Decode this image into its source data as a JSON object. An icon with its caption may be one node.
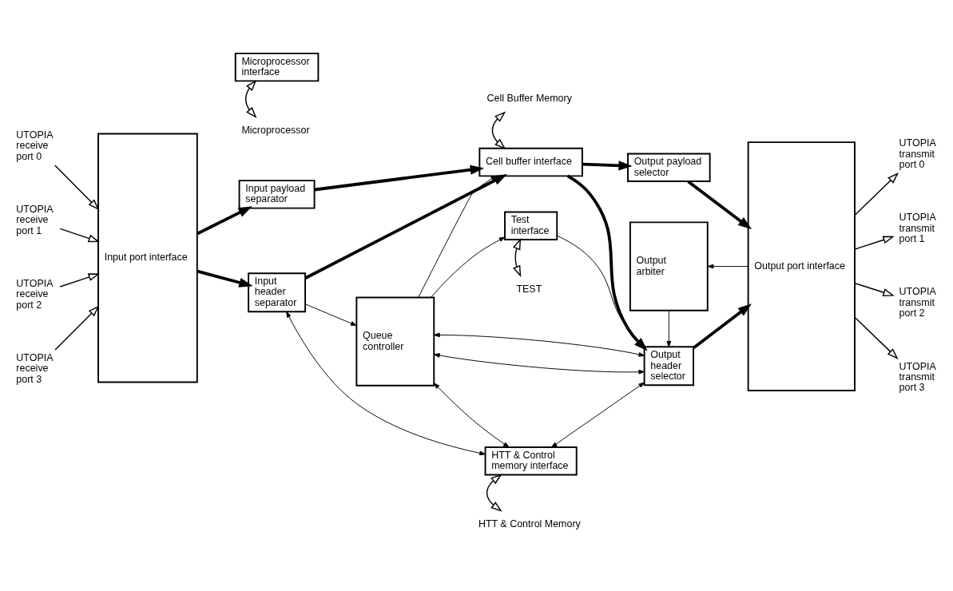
{
  "diagram": {
    "nodes": [
      {
        "text": [
          "UTOPIA receive port 0"
        ]
      },
      {
        "text": [
          "UTOPIA receive port 1"
        ]
      },
      {
        "text": [
          "UTOPIA receive port 2"
        ]
      },
      {
        "text": [
          "UTOPIA receive port 3"
        ]
      },
      {
        "text": [
          "Input port interface"
        ]
      },
      {
        "text": [
          "Input payload separator"
        ]
      },
      {
        "text": [
          "Input header separator"
        ]
      },
      {
        "text": [
          "Cell Buffer Memory"
        ]
      },
      {
        "text": [
          "Cell buffer interface"
        ]
      },
      {
        "text": [
          "Queue controller"
        ]
      },
      {
        "text": [
          "Output payload selector"
        ]
      },
      {
        "text": [
          "Output header selector"
        ]
      },
      {
        "text": [
          "Microprocessor interface"
        ]
      },
      {
        "text": [
          "HTT & Control memory interface"
        ]
      },
      {
        "text": [
          "Test interface"
        ]
      },
      {
        "text": [
          "Output arbiter"
        ]
      },
      {
        "text": [
          "Output port interface"
        ]
      },
      {
        "text": [
          "UTOPIA transmit port 0"
        ]
      },
      {
        "text": [
          "UTOPIA transmit port 1"
        ]
      },
      {
        "text": [
          "UTOPIA transmit port 2"
        ]
      },
      {
        "text": [
          "UTOPIA transmit port 3"
        ]
      },
      {
        "text": [
          "Microprocessor"
        ]
      },
      {
        "text": [
          "HTT & Control Memory"
        ]
      },
      {
        "text": [
          "TEST"
        ]
      }
    ],
    "edges": [
      {
        "from": 0,
        "to": 4,
        "arrow": "to"
      },
      {
        "from": 1,
        "to": 4,
        "arrow": "to"
      },
      {
        "from": 2,
        "to": 4,
        "arrow": "to"
      },
      {
        "from": 3,
        "to": 4,
        "arrow": "to"
      },
      {
        "from": 4,
        "to": 5,
        "arrow": "to",
        "style": "thick"
      },
      {
        "from": 4,
        "to": 6,
        "arrow": "to",
        "style": "thick"
      },
      {
        "from": 5,
        "to": 8,
        "arrow": "to",
        "style": "thick"
      },
      {
        "from": 6,
        "to": 8,
        "arrow": "to",
        "style": "thick"
      },
      {
        "from": 7,
        "to": 8,
        "arrow": "both"
      },
      {
        "from": 6,
        "to": 9,
        "arrow": "to"
      },
      {
        "from": 9,
        "to": 8,
        "arrow": "to"
      },
      {
        "from": 8,
        "to": 10,
        "arrow": "to",
        "style": "thick"
      },
      {
        "from": 8,
        "to": 11,
        "arrow": "to",
        "style": "thick"
      },
      {
        "from": 10,
        "to": 16,
        "arrow": "to",
        "style": "thick"
      },
      {
        "from": 11,
        "to": 16,
        "arrow": "to",
        "style": "thick"
      },
      {
        "from": 9,
        "to": 11,
        "arrow": "both"
      },
      {
        "from": 9,
        "to": 11,
        "arrow": "both"
      },
      {
        "from": 9,
        "to": 14,
        "arrow": "to"
      },
      {
        "from": 14,
        "to": 11,
        "arrow": "to"
      },
      {
        "from": 13,
        "to": 11,
        "arrow": "both"
      },
      {
        "from": 15,
        "to": 11,
        "arrow": "to"
      },
      {
        "from": 6,
        "to": 13,
        "arrow": "both"
      },
      {
        "from": 9,
        "to": 13,
        "arrow": "both"
      },
      {
        "from": 16,
        "to": 15,
        "arrow": "to"
      },
      {
        "from": 16,
        "to": 17,
        "arrow": "to"
      },
      {
        "from": 16,
        "to": 18,
        "arrow": "to"
      },
      {
        "from": 16,
        "to": 19,
        "arrow": "to"
      },
      {
        "from": 16,
        "to": 20,
        "arrow": "to"
      },
      {
        "from": 12,
        "to": 21,
        "arrow": "both"
      },
      {
        "from": 13,
        "to": 22,
        "arrow": "both"
      },
      {
        "from": 14,
        "to": 23,
        "arrow": "both"
      }
    ]
  }
}
